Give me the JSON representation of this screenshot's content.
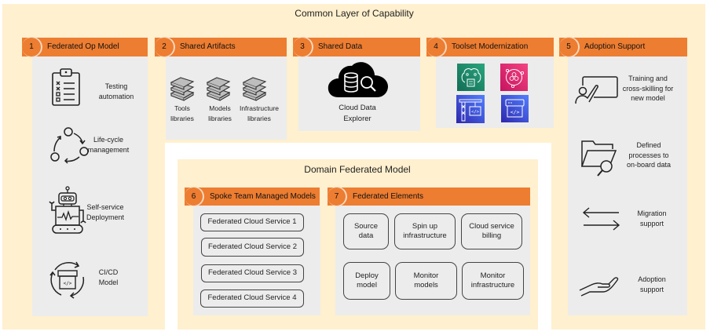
{
  "common_layer": {
    "title": "Common Layer of Capability",
    "panels": [
      {
        "number": "1",
        "title": "Federated Op Model",
        "items": [
          {
            "icon": "clipboard-checklist-icon",
            "label_lines": [
              "Testing",
              "automation"
            ]
          },
          {
            "icon": "life-cycle-icon",
            "label_lines": [
              "Life-cycle",
              "management"
            ]
          },
          {
            "icon": "robot-icon",
            "label_lines": [
              "Self-service",
              "Deployment"
            ]
          },
          {
            "icon": "cicd-cycle-icon",
            "label_lines": [
              "CI/CD",
              "Model"
            ]
          }
        ]
      },
      {
        "number": "2",
        "title": "Shared Artifacts",
        "items": [
          {
            "icon": "books-stack-icon",
            "label_lines": [
              "Tools",
              "libraries"
            ]
          },
          {
            "icon": "books-stack-icon",
            "label_lines": [
              "Models",
              "libraries"
            ]
          },
          {
            "icon": "books-stack-icon",
            "label_lines": [
              "Infrastructure",
              "libraries"
            ]
          }
        ]
      },
      {
        "number": "3",
        "title": "Shared Data",
        "items": [
          {
            "icon": "cloud-database-search-icon",
            "label_lines": [
              "Cloud Data",
              "Explorer"
            ]
          }
        ]
      },
      {
        "number": "4",
        "title": "Toolset Modernization",
        "items": [
          {
            "icon": "ml-brain-icon",
            "color": "#1b8a68"
          },
          {
            "icon": "ml-network-icon",
            "color": "#dd2a72"
          },
          {
            "icon": "code-crane-icon",
            "color": "#4450d6"
          },
          {
            "icon": "code-window-icon",
            "color": "#4450d6"
          }
        ]
      },
      {
        "number": "5",
        "title": "Adoption Support",
        "items": [
          {
            "icon": "presenter-board-icon",
            "label_lines": [
              "Training and",
              "cross-skilling for",
              "new model"
            ]
          },
          {
            "icon": "folder-search-icon",
            "label_lines": [
              "Defined",
              "processes to",
              "on-board data"
            ]
          },
          {
            "icon": "swap-arrows-icon",
            "label_lines": [
              "Migration",
              "support"
            ]
          },
          {
            "icon": "open-hand-icon",
            "label_lines": [
              "Adoption",
              "support"
            ]
          }
        ]
      }
    ]
  },
  "domain_model": {
    "title": "Domain Federated Model",
    "spoke": {
      "number": "6",
      "title": "Spoke Team Managed Models",
      "services": [
        "Federated Cloud Service 1",
        "Federated Cloud Service 2",
        "Federated Cloud Service 3",
        "Federated Cloud Service 4"
      ]
    },
    "elements": {
      "number": "7",
      "title": "Federated Elements",
      "items": [
        {
          "label_lines": [
            "Source",
            "data"
          ]
        },
        {
          "label_lines": [
            "Spin up",
            "infrastructure"
          ]
        },
        {
          "label_lines": [
            "Cloud service",
            "billing"
          ]
        },
        {
          "label_lines": [
            "Deploy",
            "model"
          ]
        },
        {
          "label_lines": [
            "Monitor",
            "models"
          ]
        },
        {
          "label_lines": [
            "Monitor",
            "infrastructure"
          ]
        }
      ]
    }
  },
  "colors": {
    "accent": "#ed7d31",
    "background": "#fff0cf",
    "panel": "#ececec"
  }
}
